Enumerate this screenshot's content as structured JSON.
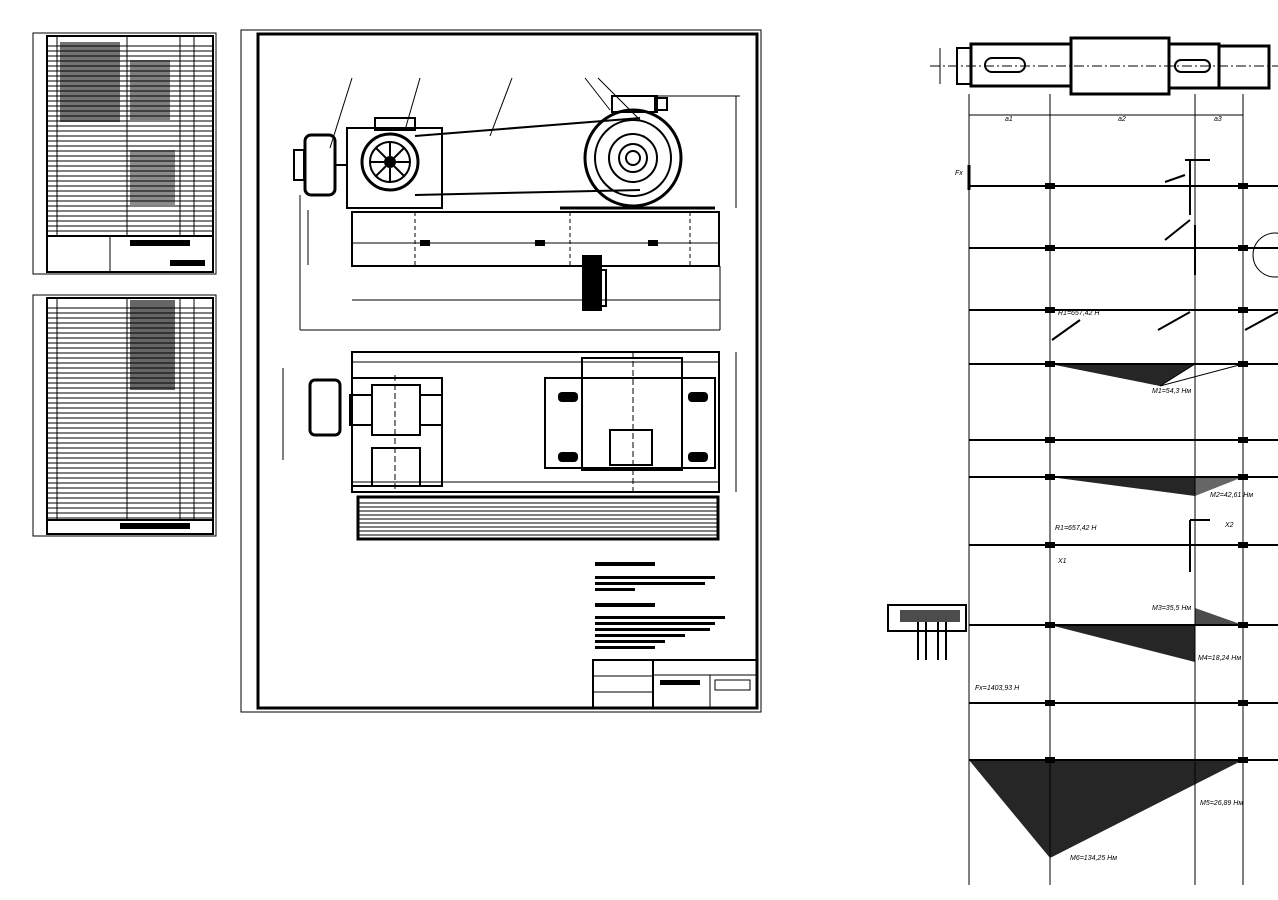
{
  "viewport": {
    "width": 1278,
    "height": 900
  },
  "sheets": {
    "spec_1": {
      "kind": "specification"
    },
    "spec_2": {
      "kind": "specification"
    },
    "assembly": {
      "kind": "assembly-drawing"
    },
    "shaft": {
      "kind": "shaft-load-diagram"
    }
  },
  "shaft_labels": {
    "fx": "Fx",
    "l1": "a1",
    "l2": "a2",
    "l3": "a3",
    "x1": "X1",
    "x2": "X2",
    "r1": "R1=657,42 H",
    "m1": "M1=54,3 Hм",
    "m2": "M2=42,61 Hм",
    "m3": "M3=35,5 Hм",
    "m4": "M4=18,24 Hм",
    "m5": "M5=26,89 Hм",
    "m6": "M6=134,25 Hм",
    "f1": "Fx=1403,93 H"
  },
  "colors": {
    "ink": "#000000",
    "paper": "#ffffff"
  }
}
